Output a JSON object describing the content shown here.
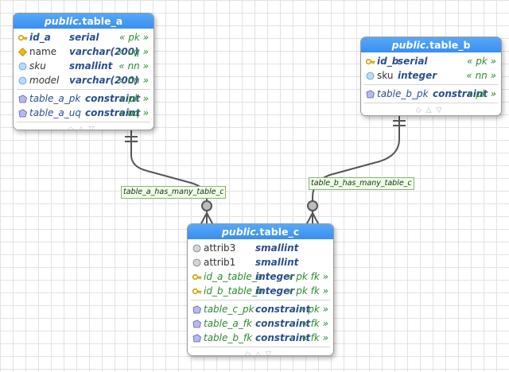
{
  "tables": {
    "table_a": {
      "schema": "public.",
      "name": "table_a",
      "columns": [
        {
          "name": "id_a",
          "type": "serial",
          "constraint": "« pk »",
          "icon": "primary-key-icon"
        },
        {
          "name": "name",
          "type": "varchar(200)",
          "constraint": "« uq »",
          "icon": "unique-diamond-icon"
        },
        {
          "name": "sku",
          "type": "smallint",
          "constraint": "« nn »",
          "icon": "column-circle-icon"
        },
        {
          "name": "model",
          "type": "varchar(200)",
          "constraint": "« nn »",
          "icon": "column-circle-icon"
        }
      ],
      "constraints": [
        {
          "name": "table_a_pk",
          "type": "constraint",
          "constraint": "« pk »",
          "icon": "constraint-pentagon-icon"
        },
        {
          "name": "table_a_uq",
          "type": "constraint",
          "constraint": "« uq »",
          "icon": "constraint-pentagon-icon"
        }
      ]
    },
    "table_b": {
      "schema": "public.",
      "name": "table_b",
      "columns": [
        {
          "name": "id_b",
          "type": "serial",
          "constraint": "« pk »",
          "icon": "primary-key-icon"
        },
        {
          "name": "sku",
          "type": "integer",
          "constraint": "« nn »",
          "icon": "column-circle-icon"
        }
      ],
      "constraints": [
        {
          "name": "table_b_pk",
          "type": "constraint",
          "constraint": "« pk »",
          "icon": "constraint-pentagon-icon"
        }
      ]
    },
    "table_c": {
      "schema": "public.",
      "name": "table_c",
      "columns": [
        {
          "name": "attrib3",
          "type": "smallint",
          "constraint": "",
          "icon": "column-grey-circle-icon"
        },
        {
          "name": "attrib1",
          "type": "smallint",
          "constraint": "",
          "icon": "column-grey-circle-icon"
        }
      ],
      "fk_columns": [
        {
          "name": "id_a_table_a",
          "type": "integer",
          "constraint": "« pk fk »",
          "icon": "foreign-key-icon"
        },
        {
          "name": "id_b_table_b",
          "type": "integer",
          "constraint": "« pk fk »",
          "icon": "foreign-key-icon"
        }
      ],
      "constraints": [
        {
          "name": "table_c_pk",
          "type": "constraint",
          "constraint": "« pk »",
          "icon": "constraint-pentagon-icon"
        },
        {
          "name": "table_a_fk",
          "type": "constraint",
          "constraint": "« fk »",
          "icon": "constraint-pentagon-icon"
        },
        {
          "name": "table_b_fk",
          "type": "constraint",
          "constraint": "« fk »",
          "icon": "constraint-pentagon-icon"
        }
      ]
    }
  },
  "relationships": [
    {
      "label": "table_a_has_many_table_c",
      "from": "table_a",
      "to": "table_c"
    },
    {
      "label": "table_b_has_many_table_c",
      "from": "table_b",
      "to": "table_c"
    }
  ],
  "colors": {
    "header": "#3a8ff0",
    "type_text": "#2a4f8f",
    "constraint_text": "#2e8a34",
    "label_bg": "#efffe6",
    "line": "#555555"
  }
}
